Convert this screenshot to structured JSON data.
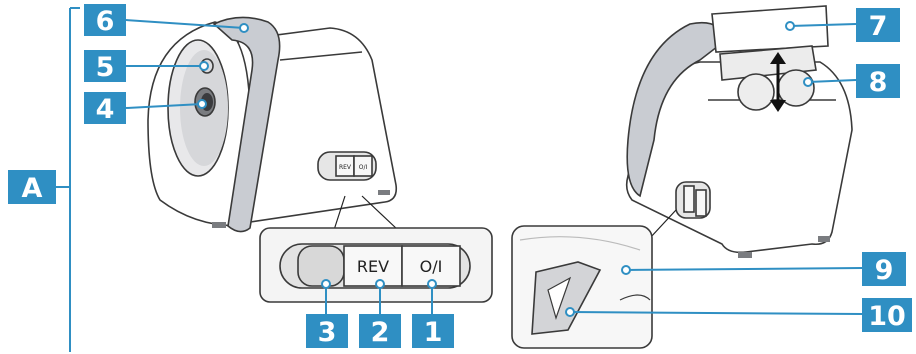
{
  "diagram": {
    "group_label": "A",
    "callouts": [
      {
        "id": "6",
        "label": "6"
      },
      {
        "id": "5",
        "label": "5"
      },
      {
        "id": "4",
        "label": "4"
      },
      {
        "id": "3",
        "label": "3"
      },
      {
        "id": "2",
        "label": "2"
      },
      {
        "id": "1",
        "label": "1"
      },
      {
        "id": "7",
        "label": "7"
      },
      {
        "id": "8",
        "label": "8"
      },
      {
        "id": "9",
        "label": "9"
      },
      {
        "id": "10",
        "label": "10"
      }
    ],
    "panel_buttons": {
      "reverse": "REV",
      "power": "O/I"
    },
    "small_panel": {
      "reverse": "REV",
      "power": "O/I"
    },
    "colors": {
      "callout": "#2f8fc3",
      "body": "#ffffff",
      "handle": "#c9ccd2",
      "panel": "#e6e6e6"
    }
  }
}
